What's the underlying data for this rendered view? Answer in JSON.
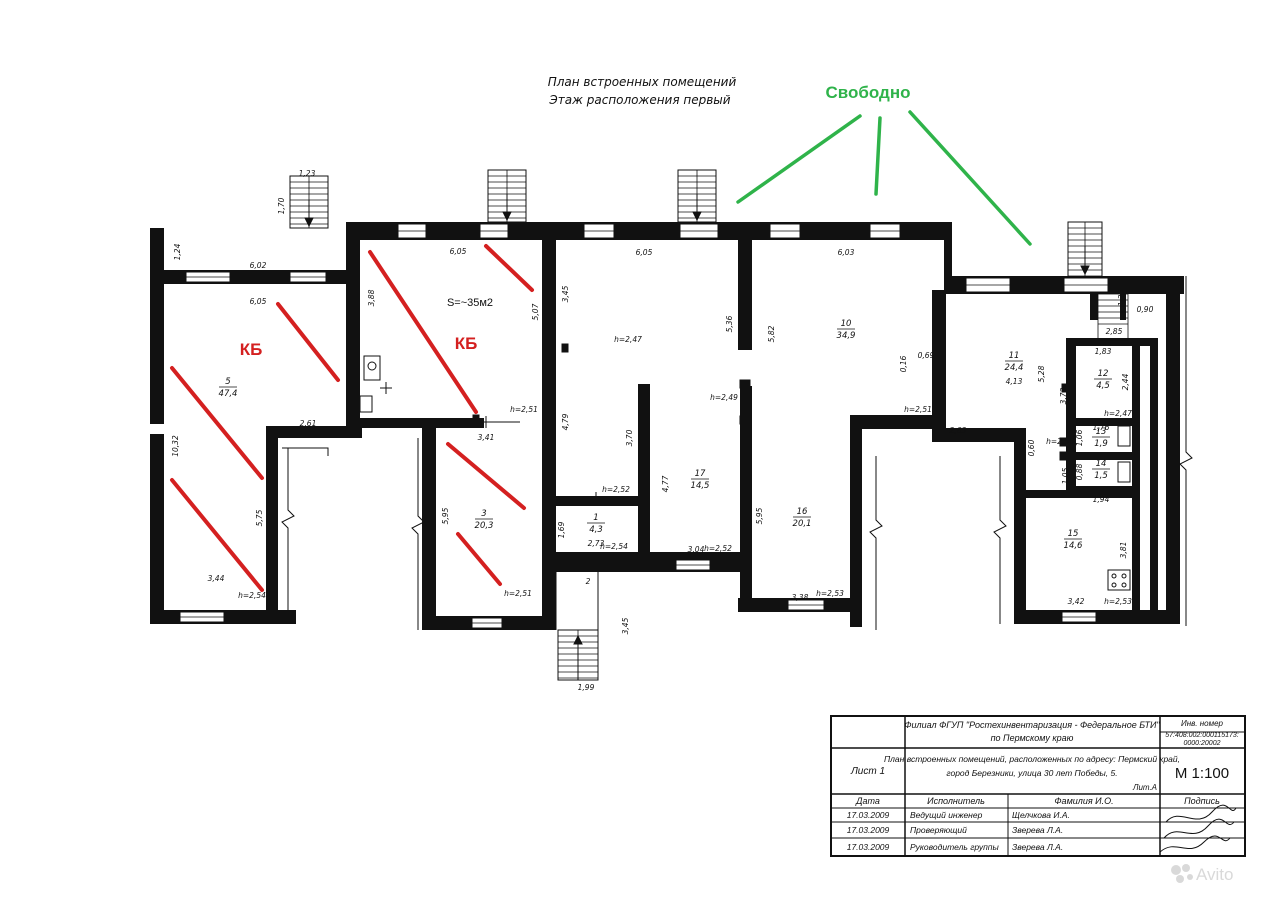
{
  "title": {
    "line1": "План встроенных помещений",
    "line2": "Этаж расположения первый"
  },
  "annotations": {
    "free": "Свободно",
    "kb_left": "КБ",
    "kb_right": "КБ",
    "area_note": "S=~35м2"
  },
  "colors": {
    "wall": "#111111",
    "red_mark": "#d42020",
    "green_mark": "#2fb34a"
  },
  "rooms": [
    {
      "id": "5",
      "area": "47,4"
    },
    {
      "id": "3",
      "area": "20,3"
    },
    {
      "id": "1",
      "area": "4,3"
    },
    {
      "id": "17",
      "area": "14,5"
    },
    {
      "id": "16",
      "area": "20,1"
    },
    {
      "id": "10",
      "area": "34,9"
    },
    {
      "id": "11",
      "area": "24,4"
    },
    {
      "id": "12",
      "area": "4,5"
    },
    {
      "id": "13",
      "area": "1,9"
    },
    {
      "id": "14",
      "area": "1,5"
    },
    {
      "id": "15",
      "area": "14,6"
    }
  ],
  "dims": {
    "d1": "1,23",
    "d2": "1,70",
    "d3": "1,24",
    "d4": "6,02",
    "d5": "6,05",
    "d6": "6,05",
    "d7": "3,88",
    "d8": "5,07",
    "d9": "3,45",
    "d10": "6,05",
    "d11": "5,36",
    "d12": "6,03",
    "d13": "5,82",
    "d14": "10,32",
    "d15": "2,61",
    "d16": "3,41",
    "d17": "5,75",
    "d18": "3,44",
    "d19": "5,95",
    "d20": "4,79",
    "d21": "3,70",
    "d22": "4,77",
    "d23": "1,69",
    "d24": "2,73",
    "d25": "2",
    "d26": "3,04",
    "d27": "5,95",
    "d28": "3,38",
    "d29": "3,45",
    "d30": "1,99",
    "d31": "0,16",
    "d32": "0,69",
    "d33": "0,90",
    "d34": "2,85",
    "d35": "1,83",
    "d36": "5,28",
    "d37": "4,13",
    "d38": "3,73",
    "d39": "2,44",
    "d40": "2,63",
    "d41": "0,60",
    "d42": "1,76",
    "d43": "1,06",
    "d44": "0,88",
    "d45": "1,05",
    "d46": "1,94",
    "d47": "3,81",
    "d48": "3,42",
    "d49": "1,20"
  },
  "heights": {
    "h1": "h=2,54",
    "h2": "h=2,51",
    "h3": "h=2,51",
    "h4": "h=2,47",
    "h5": "h=2,49",
    "h6": "h=2,52",
    "h7": "h=2,54",
    "h8": "h=2,52",
    "h9": "h=2,53",
    "h10": "h=2,51",
    "h11": "h=2,56",
    "h12": "h=2,47",
    "h13": "h=2,53"
  },
  "stamp": {
    "org_line1": "Филиал ФГУП \"Ростехинвентаризация - Федеральное БТИ\"",
    "org_line2": "по Пермскому краю",
    "inv_label": "Инв. номер",
    "inv_value1": "57:408:002:000115173:",
    "inv_value2": "0000:20002",
    "sheet": "Лист 1",
    "description1": "План встроенных помещений, расположенных по адресу: Пермский край,",
    "description2": "город Березники, улица 30 лет Победы, 5.",
    "sheet_letter": "Лит.А",
    "scale": "М 1:100",
    "headers": [
      "Дата",
      "Исполнитель",
      "Фамилия И.О.",
      "Подпись"
    ],
    "rows": [
      [
        "17.03.2009",
        "Ведущий инженер",
        "Щелчкова И.А."
      ],
      [
        "17.03.2009",
        "Проверяющий",
        "Зверева Л.А."
      ],
      [
        "17.03.2009",
        "Руководитель группы",
        "Зверева Л.А."
      ]
    ]
  },
  "watermark": "Avito"
}
